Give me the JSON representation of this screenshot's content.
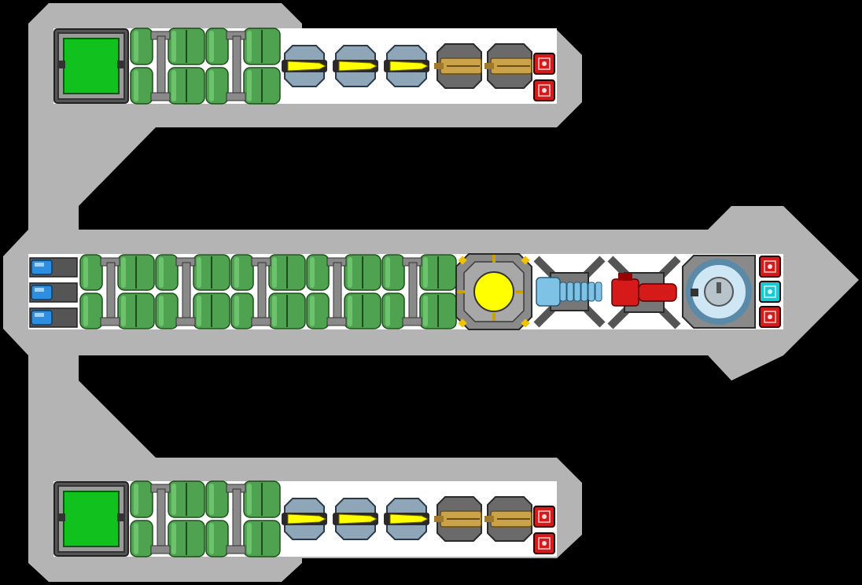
{
  "colors": {
    "background": "#000000",
    "hull": "#b4b4b4",
    "deck": "#ffffff",
    "frame": "#7a7a7a",
    "dark": "#3c3c3c",
    "tank_green": "#4fa24f",
    "tank_green_dark": "#2f7a2f",
    "tank_green_light": "#7bd07b",
    "cockpit_green": "#11c11e",
    "reactor_yellow": "#ffff00",
    "brass": "#c9a24a",
    "plasma_blue": "#7ec3e6",
    "laser_red": "#d61a1a",
    "cyan": "#19c8d2",
    "thruster_blue": "#2e8fe0"
  },
  "ship": {
    "top_arm": {
      "cockpit": "cockpit-icon",
      "fuel_tank_count": 2,
      "missile_launcher_count": 3,
      "autocannon_count": 2,
      "ammo_box_count": 2
    },
    "center_spine": {
      "thruster_count": 3,
      "fuel_tank_count": 5,
      "reactor": "reactor-icon",
      "modules": [
        "ion-cannon-icon",
        "laser-cannon-icon",
        "shield-generator-icon"
      ],
      "end_boxes": [
        "red",
        "cyan",
        "red"
      ]
    },
    "bottom_arm": {
      "cockpit": "cockpit-icon",
      "fuel_tank_count": 2,
      "missile_launcher_count": 3,
      "autocannon_count": 2,
      "ammo_box_count": 2
    }
  }
}
